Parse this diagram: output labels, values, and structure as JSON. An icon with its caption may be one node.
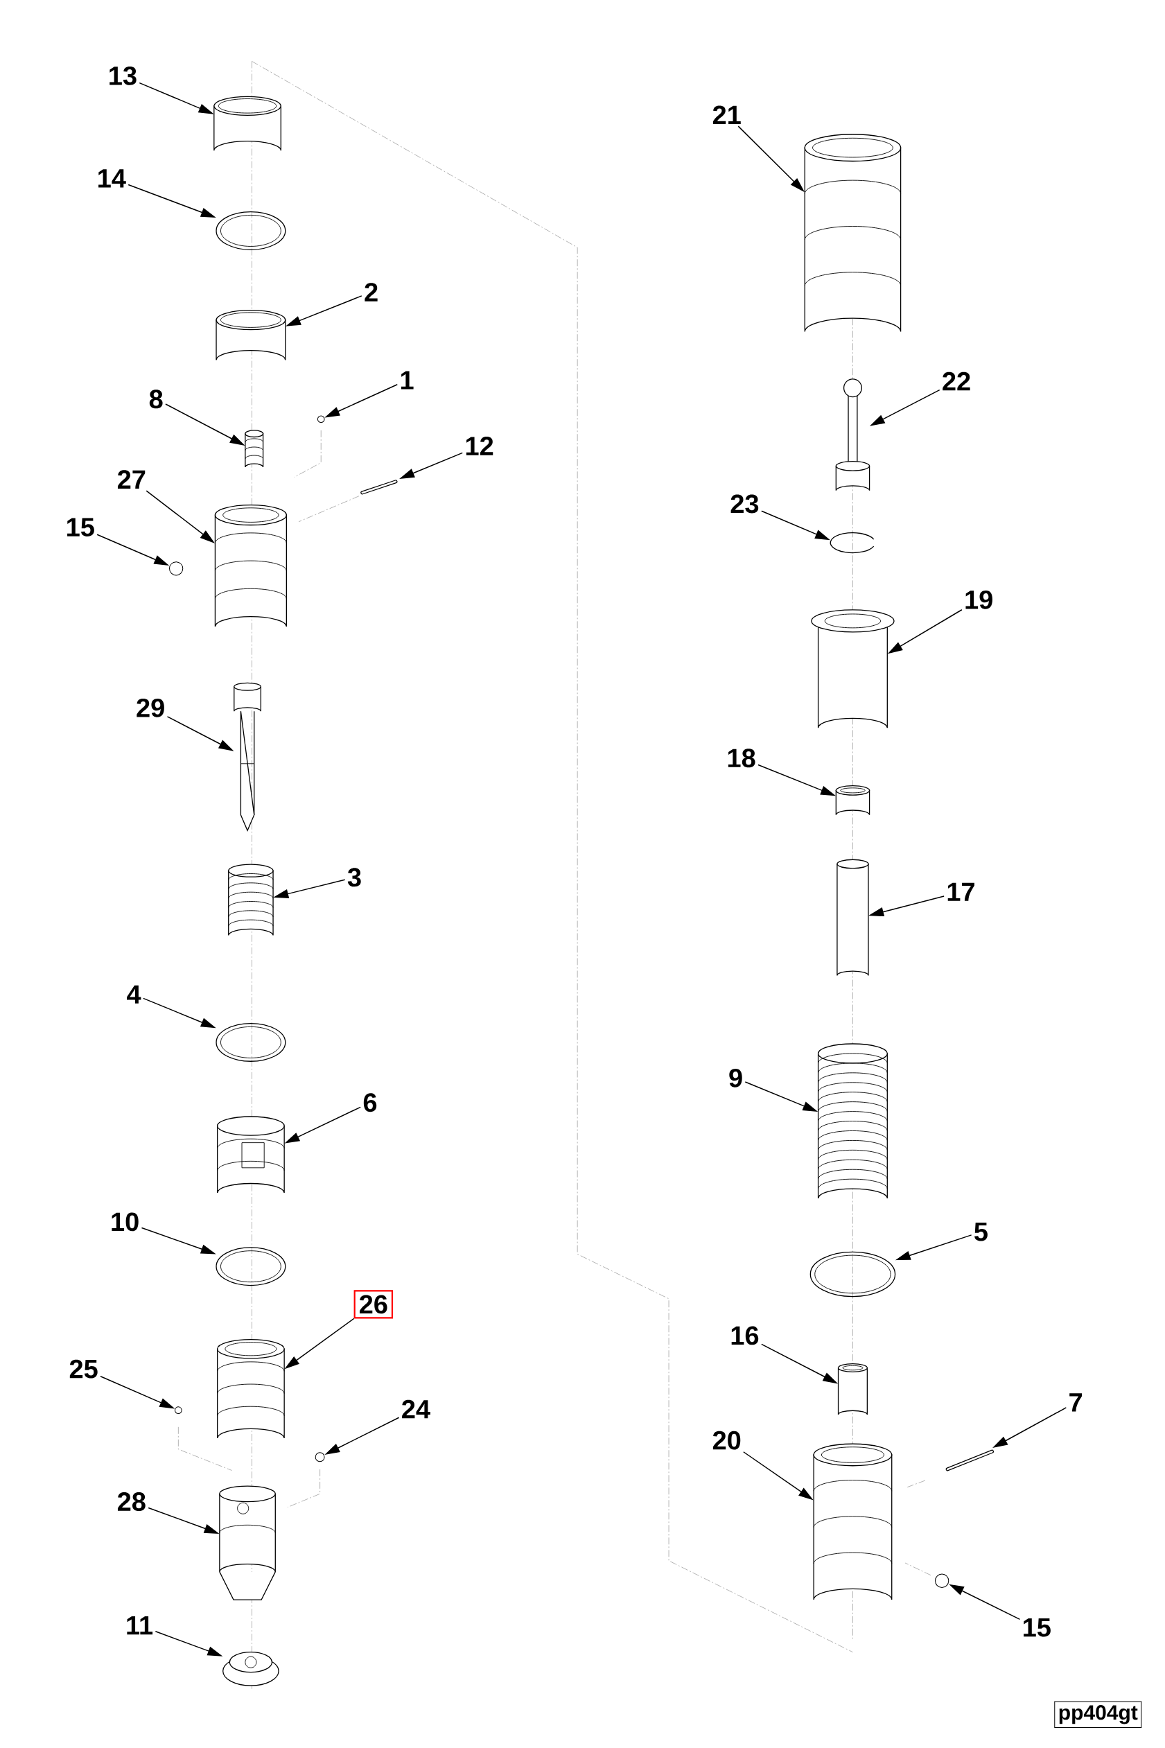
{
  "diagram": {
    "nodes": [
      {
        "text": [
          "13"
        ]
      },
      {
        "text": [],
        "shape": "cylinder"
      },
      {
        "text": [
          "14"
        ]
      },
      {
        "text": [],
        "shape": "picture"
      },
      {
        "text": [
          "2"
        ]
      },
      {
        "text": [],
        "shape": "cylinder"
      },
      {
        "text": [
          "8"
        ]
      },
      {
        "text": [],
        "shape": "picture"
      },
      {
        "text": [
          "1"
        ]
      },
      {
        "text": [],
        "shape": "circle"
      },
      {
        "text": [
          "12"
        ]
      },
      {
        "text": [],
        "shape": "picture"
      },
      {
        "text": [
          "27"
        ]
      },
      {
        "text": [],
        "shape": "picture"
      },
      {
        "text": [
          "15"
        ]
      },
      {
        "text": [],
        "shape": "circle"
      },
      {
        "text": [
          "29"
        ]
      },
      {
        "text": [],
        "shape": "picture"
      },
      {
        "text": [
          "3"
        ]
      },
      {
        "text": [],
        "shape": "picture"
      },
      {
        "text": [
          "4"
        ]
      },
      {
        "text": [],
        "shape": "picture"
      },
      {
        "text": [
          "6"
        ]
      },
      {
        "text": [],
        "shape": "picture"
      },
      {
        "text": [
          "10"
        ]
      },
      {
        "text": [],
        "shape": "picture"
      },
      {
        "text": [
          "26"
        ]
      },
      {
        "text": [],
        "shape": "picture"
      },
      {
        "text": [
          "25"
        ]
      },
      {
        "text": [],
        "shape": "circle"
      },
      {
        "text": [
          "24"
        ]
      },
      {
        "text": [],
        "shape": "circle"
      },
      {
        "text": [
          "28"
        ]
      },
      {
        "text": [],
        "shape": "picture"
      },
      {
        "text": [
          "11"
        ]
      },
      {
        "text": [],
        "shape": "picture"
      },
      {
        "text": [
          "21"
        ]
      },
      {
        "text": [],
        "shape": "picture"
      },
      {
        "text": [
          "22"
        ]
      },
      {
        "text": [],
        "shape": "picture"
      },
      {
        "text": [
          "23"
        ]
      },
      {
        "text": [],
        "shape": "picture"
      },
      {
        "text": [
          "19"
        ]
      },
      {
        "text": [],
        "shape": "cylinder"
      },
      {
        "text": [
          "18"
        ]
      },
      {
        "text": [],
        "shape": "cylinder"
      },
      {
        "text": [
          "17"
        ]
      },
      {
        "text": [],
        "shape": "cylinder"
      },
      {
        "text": [
          "9"
        ]
      },
      {
        "text": [],
        "shape": "picture"
      },
      {
        "text": [
          "5"
        ]
      },
      {
        "text": [],
        "shape": "picture"
      },
      {
        "text": [
          "16"
        ]
      },
      {
        "text": [],
        "shape": "cylinder"
      },
      {
        "text": [
          "7"
        ]
      },
      {
        "text": [],
        "shape": "picture"
      },
      {
        "text": [
          "20"
        ]
      },
      {
        "text": [],
        "shape": "picture"
      },
      {
        "text": [
          "15"
        ]
      },
      {
        "text": [],
        "shape": "circle"
      }
    ],
    "edges": [
      {
        "from": 0,
        "to": 1,
        "arrow": "to"
      },
      {
        "from": 2,
        "to": 3,
        "arrow": "to"
      },
      {
        "from": 4,
        "to": 5,
        "arrow": "to"
      },
      {
        "from": 6,
        "to": 7,
        "arrow": "to"
      },
      {
        "from": 8,
        "to": 9,
        "arrow": "to"
      },
      {
        "from": 10,
        "to": 11,
        "arrow": "to"
      },
      {
        "from": 12,
        "to": 13,
        "arrow": "to"
      },
      {
        "from": 14,
        "to": 15,
        "arrow": "to"
      },
      {
        "from": 16,
        "to": 17,
        "arrow": "to"
      },
      {
        "from": 18,
        "to": 19,
        "arrow": "to"
      },
      {
        "from": 20,
        "to": 21,
        "arrow": "to"
      },
      {
        "from": 22,
        "to": 23,
        "arrow": "to"
      },
      {
        "from": 24,
        "to": 25,
        "arrow": "to"
      },
      {
        "from": 26,
        "to": 27,
        "arrow": "to"
      },
      {
        "from": 28,
        "to": 29,
        "arrow": "to"
      },
      {
        "from": 30,
        "to": 31,
        "arrow": "to"
      },
      {
        "from": 32,
        "to": 33,
        "arrow": "to"
      },
      {
        "from": 34,
        "to": 35,
        "arrow": "to"
      },
      {
        "from": 36,
        "to": 37,
        "arrow": "to"
      },
      {
        "from": 38,
        "to": 39,
        "arrow": "to"
      },
      {
        "from": 40,
        "to": 41,
        "arrow": "to"
      },
      {
        "from": 42,
        "to": 43,
        "arrow": "to"
      },
      {
        "from": 44,
        "to": 45,
        "arrow": "to"
      },
      {
        "from": 46,
        "to": 47,
        "arrow": "to"
      },
      {
        "from": 48,
        "to": 49,
        "arrow": "to"
      },
      {
        "from": 50,
        "to": 51,
        "arrow": "to"
      },
      {
        "from": 52,
        "to": 53,
        "arrow": "to"
      },
      {
        "from": 54,
        "to": 55,
        "arrow": "to"
      },
      {
        "from": 56,
        "to": 57,
        "arrow": "to"
      },
      {
        "from": 58,
        "to": 59,
        "arrow": "to"
      }
    ],
    "labels": [
      "pp404gt"
    ]
  }
}
